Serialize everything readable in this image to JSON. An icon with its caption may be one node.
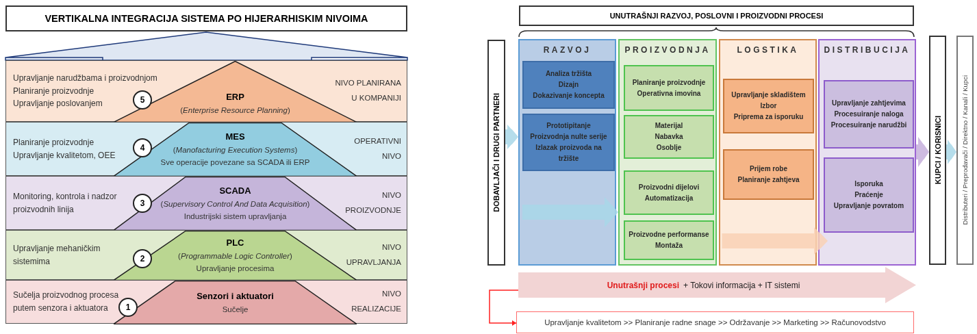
{
  "diagram": {
    "nodes": [
      {
        "text": [
          "VERTIKALNA INTEGRACIJA SISTEMA PO HIJERARHISKIM NIVOIMA"
        ]
      },
      {
        "text": [
          "Upravljanje narudžbama i proizvodnjom",
          "Planiranje proizvodnje",
          "Upravljanje poslovanjem",
          "NIVO PLANIRANA U KOMPANIJI"
        ]
      },
      {
        "text": [
          "ERP",
          "(*Enterprise Resource Planning*)"
        ],
        "in": 1
      },
      {
        "text": [
          "5"
        ],
        "in": 1
      },
      {
        "text": [
          "Planiranje proizvodnje",
          "Upravljanje kvalitetom, OEE",
          "OPERATIVNI NIVO"
        ]
      },
      {
        "text": [
          "MES",
          "(*Manofacturing Execution Systems*)",
          "Sve operacije povezane sa SCADA ili ERP"
        ],
        "in": 4
      },
      {
        "text": [
          "4"
        ],
        "in": 4
      },
      {
        "text": [
          "Monitoring, kontrola i nadzor proizvodnih linija",
          "NIVO PROIZVODNJE"
        ]
      },
      {
        "text": [
          "SCADA",
          "(*Supervisory Control And Data Acquisition*)",
          "Industrijski sistem upravljanja"
        ],
        "in": 7
      },
      {
        "text": [
          "3"
        ],
        "in": 7
      },
      {
        "text": [
          "Upravljanje mehaničkim sistemima",
          "NIVO UPRAVLJANJA"
        ]
      },
      {
        "text": [
          "PLC",
          "(*Programmable Logic Controller*)",
          "Upravljanje procesima"
        ],
        "in": 10
      },
      {
        "text": [
          "2"
        ],
        "in": 10
      },
      {
        "text": [
          "Sučelja proizvodnog procesa putem senzora i aktuatora",
          "NIVO REALIZACIJE"
        ]
      },
      {
        "text": [
          "Senzori i aktuatori",
          "Sučelje"
        ],
        "in": 13
      },
      {
        "text": [
          "1"
        ],
        "in": 13
      },
      {
        "text": [
          "UNUTRAŠNJI RAZVOJ, POSLOVNI I PROIZVODNI PROCESI"
        ]
      },
      {
        "text": [
          "DOBAVLJAČI I DRUGI PARTNERI"
        ]
      },
      {
        "text": [
          "RAZVOJ"
        ]
      },
      {
        "text": [
          "Analiza tržišta",
          "Dizajn",
          "Dokazivanje koncepta"
        ],
        "in": 18
      },
      {
        "text": [
          "Prototipitanje",
          "Proizvodnja nulte serije",
          "Izlazak proizvoda na tržište"
        ],
        "in": 18
      },
      {
        "text": [
          "PROIZVODNJA"
        ]
      },
      {
        "text": [
          "Planiranje proizvodnje",
          "Operativna imovina"
        ],
        "in": 21
      },
      {
        "text": [
          "Materijal",
          "Nabavka",
          "Osoblje"
        ],
        "in": 21
      },
      {
        "text": [
          "Proizvodni dijelovi",
          "Automatizacija"
        ],
        "in": 21
      },
      {
        "text": [
          "Proizvodne performanse",
          "Montaža"
        ],
        "in": 21
      },
      {
        "text": [
          "LOGSTIKA"
        ]
      },
      {
        "text": [
          "Upravljanje skladištem",
          "Izbor",
          "Priprema za isporuku"
        ],
        "in": 26
      },
      {
        "text": [
          "Prijem robe",
          "Planiranje zahtjeva"
        ],
        "in": 26
      },
      {
        "text": [
          "DISTRIBUCIJA"
        ]
      },
      {
        "text": [
          "Upravljanje zahtjevima",
          "Procesuiranje naloga",
          "Procesuiranje narudžbi"
        ],
        "in": 29
      },
      {
        "text": [
          "Isporuka",
          "Praćenje",
          "Upravljanje povratom"
        ],
        "in": 29
      },
      {
        "text": [
          "KUPCI / KORISNICI"
        ]
      },
      {
        "text": [
          "Distributeri / Preprodavači / Direktno / Kanali / Kupci"
        ]
      },
      {
        "text": [
          "Unutrašnji procesi",
          "+ Tokovi informacija + IT sistemi"
        ]
      },
      {
        "text": [
          "Upravljanje kvalitetom >> Planiranje radne snage >> Održavanje >> Marketing >> Računovodstvo"
        ]
      }
    ],
    "edges": [
      {
        "from": 17,
        "to": 18,
        "arrow": "to",
        "color": "#a8d8e8"
      },
      {
        "from": 18,
        "to": 21,
        "arrow": "to",
        "color": "#a8d8e8"
      },
      {
        "from": 26,
        "to": 29,
        "arrow": "to",
        "color": "#f9d2b6"
      },
      {
        "from": 29,
        "to": 32,
        "arrow": "to",
        "color": "#c6b0dc"
      },
      {
        "from": 32,
        "to": 33,
        "arrow": "to",
        "color": "#a8d8e8"
      },
      {
        "from": 34,
        "to": 35,
        "arrow": "to",
        "color": "#ff2020"
      }
    ]
  }
}
